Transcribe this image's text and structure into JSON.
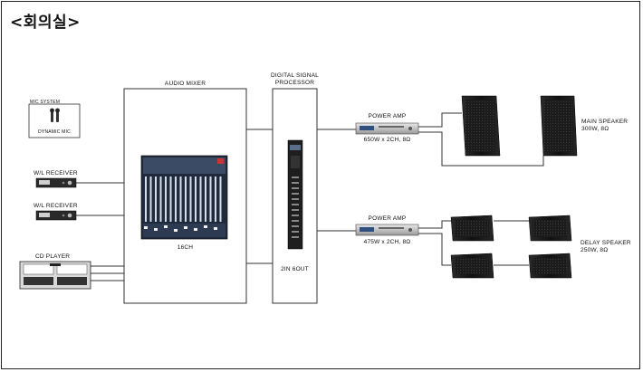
{
  "title": "<회의실>",
  "mic_system": {
    "heading": "MIC SYSTEM",
    "caption": "DYNAMIC MIC"
  },
  "receivers": [
    {
      "label": "W/L RECEIVER"
    },
    {
      "label": "W/L RECEIVER"
    }
  ],
  "cd_player": {
    "label": "CD PLAYER"
  },
  "audio_mixer": {
    "label": "AUDIO MIXER",
    "caption": "16CH"
  },
  "dsp": {
    "label_line1": "DIGITAL SIGNAL",
    "label_line2": "PROCESSOR",
    "caption": "2IN 6OUT"
  },
  "amps": [
    {
      "label": "POWER AMP",
      "spec": "650W x 2CH, 8Ω"
    },
    {
      "label": "POWER AMP",
      "spec": "475W x 2CH, 8Ω"
    }
  ],
  "main_speaker": {
    "label": "MAIN SPEAKER",
    "spec": "300W, 8Ω"
  },
  "delay_speaker": {
    "label": "DELAY SPEAKER",
    "spec": "250W, 8Ω"
  }
}
